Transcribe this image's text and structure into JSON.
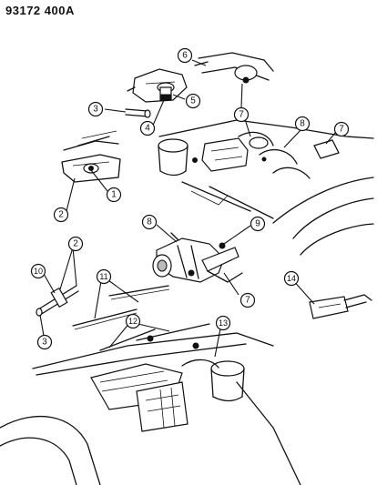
{
  "figure_code": "93172  400A",
  "callouts": [
    {
      "id": "c1",
      "label": "1"
    },
    {
      "id": "c2a",
      "label": "2"
    },
    {
      "id": "c2b",
      "label": "2"
    },
    {
      "id": "c3a",
      "label": "3"
    },
    {
      "id": "c3b",
      "label": "3"
    },
    {
      "id": "c4",
      "label": "4"
    },
    {
      "id": "c5",
      "label": "5"
    },
    {
      "id": "c6",
      "label": "6"
    },
    {
      "id": "c7a",
      "label": "7"
    },
    {
      "id": "c7b",
      "label": "7"
    },
    {
      "id": "c7c",
      "label": "7"
    },
    {
      "id": "c8a",
      "label": "8"
    },
    {
      "id": "c8b",
      "label": "8"
    },
    {
      "id": "c9",
      "label": "9"
    },
    {
      "id": "c10",
      "label": "10"
    },
    {
      "id": "c11",
      "label": "11"
    },
    {
      "id": "c12",
      "label": "12"
    },
    {
      "id": "c13",
      "label": "13"
    },
    {
      "id": "c14",
      "label": "14"
    }
  ]
}
